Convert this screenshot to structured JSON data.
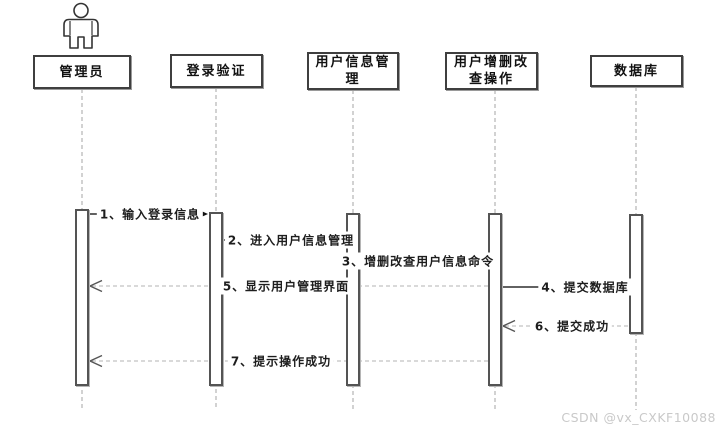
{
  "diagram": {
    "type": "uml-sequence-diagram",
    "actors": [
      {
        "id": "admin",
        "label": "管理员",
        "kind": "actor"
      },
      {
        "id": "login",
        "label": "登录验证",
        "kind": "object"
      },
      {
        "id": "userinfo",
        "label": "用户信息管理",
        "kind": "object"
      },
      {
        "id": "crud",
        "label": "用户增删改查操作",
        "kind": "object"
      },
      {
        "id": "db",
        "label": "数据库",
        "kind": "object"
      }
    ],
    "messages": [
      {
        "seq": 1,
        "label": "1、输入登录信息",
        "from": "管理员",
        "to": "登录验证",
        "style": "solid",
        "arrow": "filled"
      },
      {
        "seq": 2,
        "label": "2、进入用户信息管理",
        "from": "登录验证",
        "to": "用户信息管理",
        "style": "solid",
        "arrow": "filled"
      },
      {
        "seq": 3,
        "label": "3、增删改查用户信息命令",
        "from": "用户信息管理",
        "to": "用户增删改查操作",
        "style": "label-only",
        "arrow": "none"
      },
      {
        "seq": 4,
        "label": "4、提交数据库",
        "from": "用户增删改查操作",
        "to": "数据库",
        "style": "solid",
        "arrow": "filled"
      },
      {
        "seq": 5,
        "label": "5、显示用户管理界面",
        "from": "用户增删改查操作",
        "to": "管理员",
        "style": "dashed",
        "arrow": "open"
      },
      {
        "seq": 6,
        "label": "6、提交成功",
        "from": "数据库",
        "to": "用户增删改查操作",
        "style": "dashed",
        "arrow": "open"
      },
      {
        "seq": 7,
        "label": "7、提示操作成功",
        "from": "用户增删改查操作",
        "to": "管理员",
        "style": "dashed",
        "arrow": "open"
      }
    ],
    "colors": {
      "line": "#333333",
      "arrow_fill": "#111111",
      "return_line": "#b3b3b3",
      "lifeline": "#b3b3b3",
      "box_border": "#3f3f3f"
    }
  },
  "watermark": {
    "text": "CSDN @vx_CXKF10088"
  }
}
